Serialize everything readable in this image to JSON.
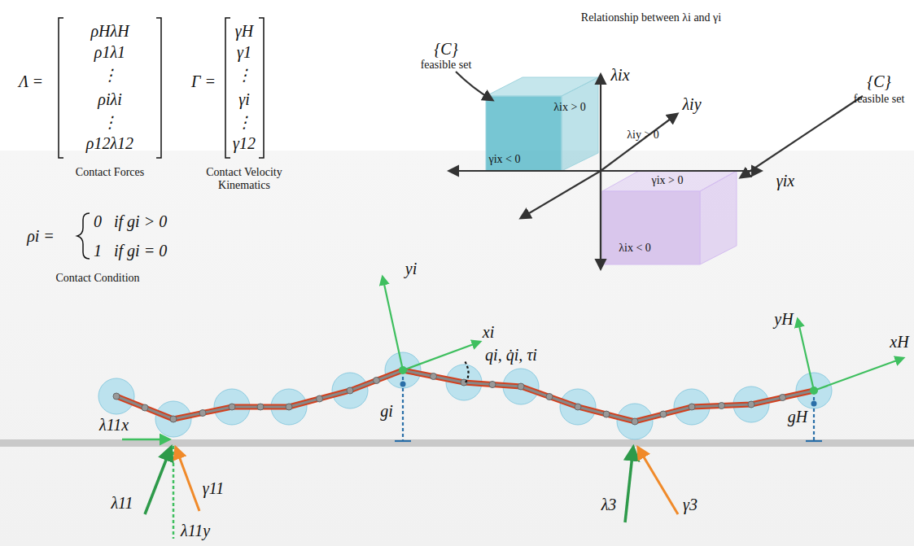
{
  "diagram": {
    "labels": [
      "Λ =",
      "ρHλH",
      "ρ1λ1",
      "⋮",
      "ρiλi",
      "⋮",
      "ρ12λ12",
      "Γ =",
      "γH",
      "γ1",
      "⋮",
      "γi",
      "⋮",
      "γ12",
      "Contact Forces",
      "Contact Velocity Kinematics",
      "Relationship between λi and γi",
      "{C}",
      "feasible set",
      "λix",
      "λix > 0",
      "λiy > 0",
      "γix < 0",
      "λiy",
      "γix > 0",
      "γix",
      "λix < 0",
      "{C}",
      "feasible set",
      "ρi =",
      "0   if gi > 0",
      "1   if gi = 0",
      "Contact Condition",
      "yi",
      "xi",
      "qi, q̇i, τi",
      "gi",
      "yH",
      "xH",
      "gH",
      "λ11x",
      "λ11",
      "γ11",
      "λ11y",
      "λ3",
      "γ3"
    ]
  }
}
